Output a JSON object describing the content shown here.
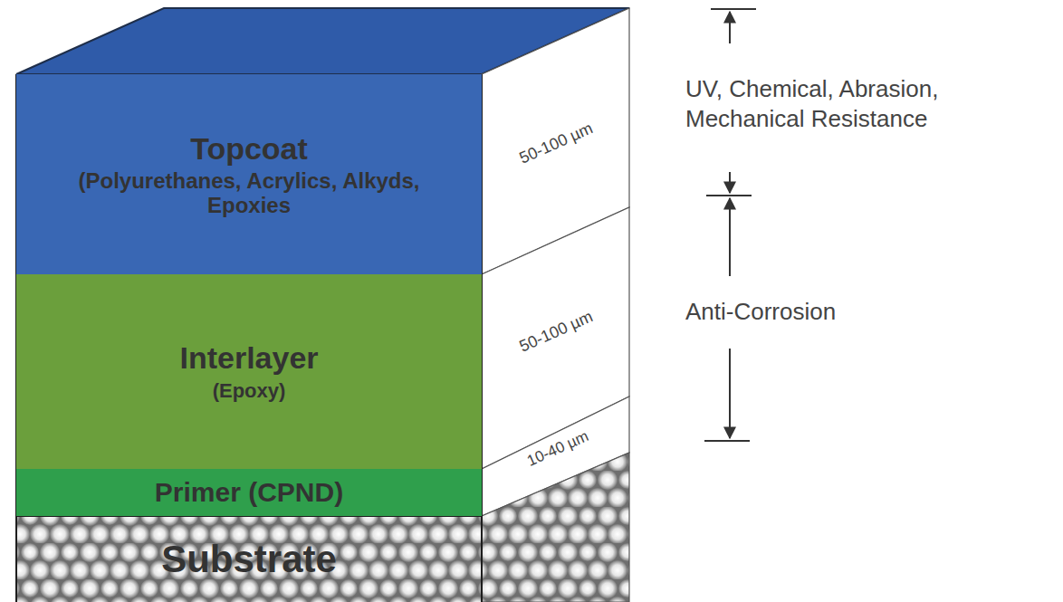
{
  "diagram": {
    "nodes": [
      {
        "text": [
          "Topcoat",
          "(Polyurethanes, Acrylics, Alkyds, Epoxies"
        ]
      },
      {
        "text": [
          "Interlayer",
          "(Epoxy)"
        ]
      },
      {
        "text": [
          "Primer (CPND)"
        ]
      },
      {
        "text": [
          "Substrate"
        ]
      }
    ],
    "labels": [
      "50-100 µm",
      "50-100 µm",
      "10-40 µm",
      "UV, Chemical, Abrasion, Mechanical Resistance",
      "Anti-Corrosion"
    ]
  }
}
